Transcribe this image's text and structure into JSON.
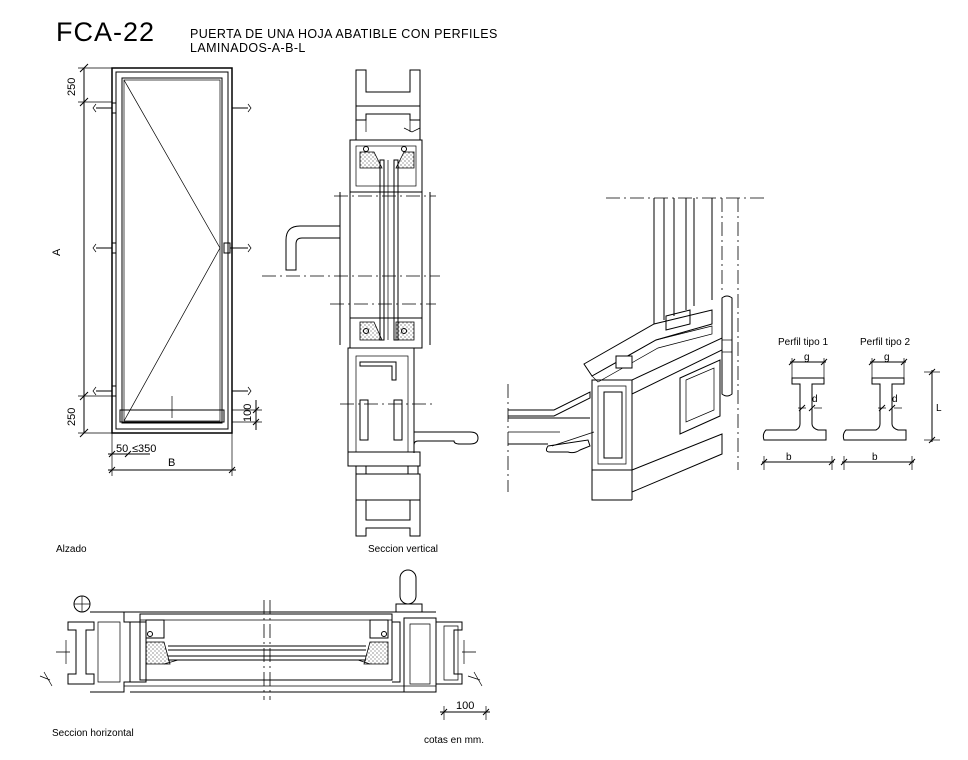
{
  "header": {
    "code": "FCA-22",
    "title_line1": "PUERTA DE UNA HOJA ABATIBLE CON PERFILES",
    "title_line2": "LAMINADOS-A-B-L"
  },
  "views": {
    "alzado": "Alzado",
    "seccion_vertical": "Seccion vertical",
    "seccion_horizontal": "Seccion horizontal"
  },
  "dimensions": {
    "top": "250",
    "height": "A",
    "bottom": "250",
    "left_offset": "50",
    "handle_offset": "≤350",
    "width": "B",
    "kick": "100",
    "scale_bar": "100"
  },
  "profiles": {
    "type1": {
      "label": "Perfil tipo 1",
      "g": "g",
      "d": "d",
      "b": "b"
    },
    "type2": {
      "label": "Perfil tipo 2",
      "g": "g",
      "d": "d",
      "b": "b",
      "L": "L"
    }
  },
  "units_note": "cotas en mm."
}
